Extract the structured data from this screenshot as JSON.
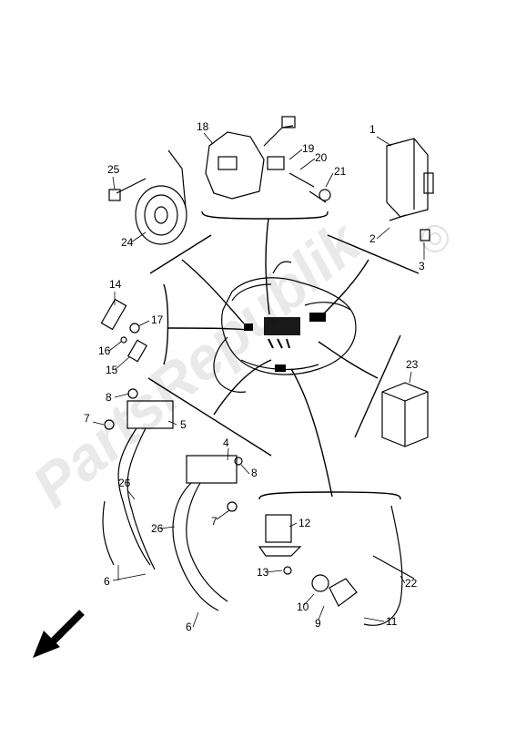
{
  "diagram": {
    "watermark": "PartsRepublik",
    "part_numbers": [
      "1",
      "2",
      "3",
      "4",
      "5",
      "6",
      "6",
      "7",
      "7",
      "8",
      "8",
      "9",
      "10",
      "11",
      "12",
      "13",
      "14",
      "15",
      "16",
      "17",
      "18",
      "19",
      "20",
      "21",
      "22",
      "23",
      "24",
      "25",
      "26",
      "26"
    ],
    "colors": {
      "line": "#000000",
      "watermark": "#d8d8d8",
      "background": "#ffffff"
    },
    "direction_icon": "arrow-down-left-icon"
  }
}
